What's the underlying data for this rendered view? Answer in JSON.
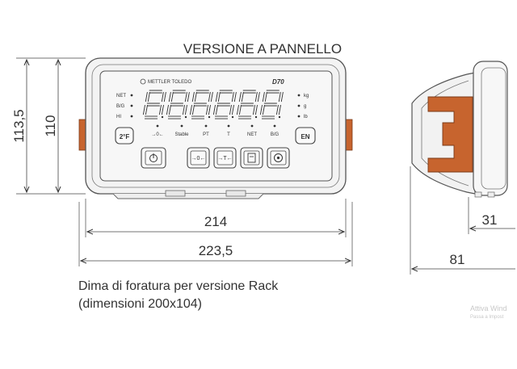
{
  "title": "VERSIONE A PANNELLO",
  "front": {
    "brand": "METTLER TOLEDO",
    "model": "D70",
    "digits": [
      "8",
      "8",
      "8",
      "8",
      "8",
      "8"
    ],
    "left_leds": [
      "NET",
      "B/G",
      "HI"
    ],
    "unit_leds": [
      "kg",
      "g",
      "lb"
    ],
    "status_leds": [
      "→0←",
      "Stable",
      "PT",
      "T",
      "NET",
      "B/G"
    ],
    "key_2f": "2°F",
    "key_en": "EN",
    "keys": [
      "power-key",
      "zero-key",
      "tare-key",
      "print-key",
      "mode-key"
    ]
  },
  "dimensions": {
    "height_outer": "113,5",
    "height_inner": "110",
    "width_inner": "214",
    "width_outer": "223,5",
    "depth_front": "31",
    "depth_total": "81"
  },
  "note": {
    "line1": "Dima di foratura per versione Rack",
    "line2": "(dimensioni 200x104)"
  },
  "watermark": {
    "line1": "Attiva Wind",
    "line2": "Passa a Impost"
  }
}
